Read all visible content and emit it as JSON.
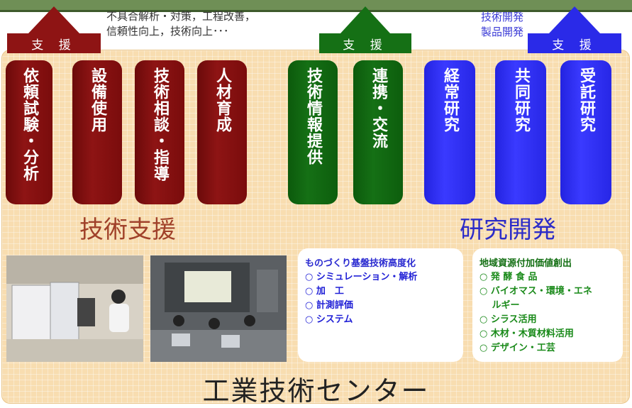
{
  "support_label": "支 援",
  "top_text_left": [
    "不具合解析・対策，工程改善，",
    "信頼性向上，技術向上･･･"
  ],
  "top_text_right": [
    "技術開発",
    "製品開発"
  ],
  "pills": [
    {
      "label": "依頼試験・分析",
      "color": "red"
    },
    {
      "label": "設備使用",
      "color": "red"
    },
    {
      "label": "技術相談・指導",
      "color": "red"
    },
    {
      "label": "人材育成",
      "color": "red"
    },
    {
      "label": "技術情報提供",
      "color": "green"
    },
    {
      "label": "連携・交流",
      "color": "green"
    },
    {
      "label": "経常研究",
      "color": "blue"
    },
    {
      "label": "共同研究",
      "color": "blue"
    },
    {
      "label": "受託研究",
      "color": "blue"
    }
  ],
  "categories": {
    "tech_support": "技術支援",
    "research": "研究開発"
  },
  "box1": {
    "title": "ものづくり基盤技術高度化",
    "items": [
      "○ シミュレーション・解析",
      "○ 加　工",
      "○ 計測評価",
      "○ システム"
    ]
  },
  "box2": {
    "title": "地域資源付加価値創出",
    "items": [
      "○ 発 酵 食 品",
      "○ バイオマス・環境・エネ",
      "　 ルギー",
      "○ シラス活用",
      "○ 木材・木質材料活用",
      "○ デザイン・工芸"
    ]
  },
  "footer": "工業技術センター",
  "colors": {
    "red": "#8e1414",
    "green": "#157015",
    "blue": "#3a3aff",
    "panel": "#f8ddb0",
    "category": "#a0412a"
  },
  "photos": [
    "lab-analysis-photo",
    "training-seminar-photo"
  ]
}
